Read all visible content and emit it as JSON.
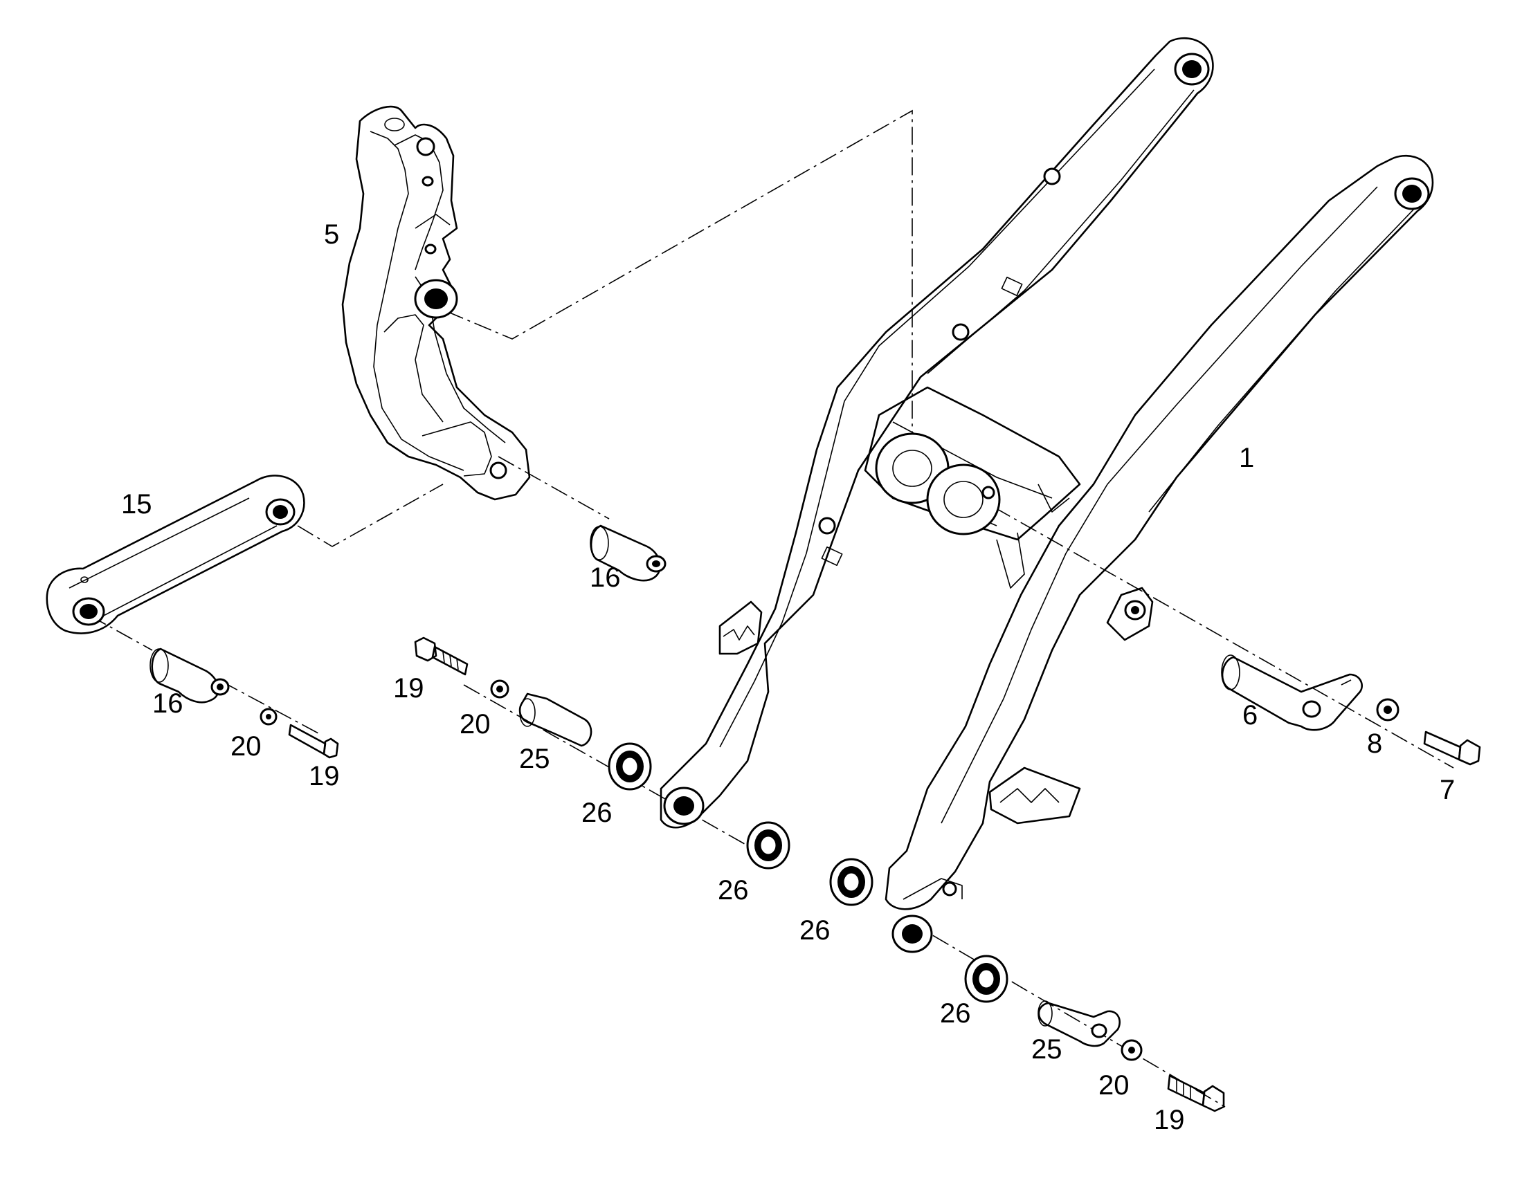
{
  "callouts": {
    "c1": "1",
    "c5": "5",
    "c15": "15",
    "c16a": "16",
    "c16b": "16",
    "c19a": "19",
    "c20a": "20",
    "c25a": "25",
    "c26a": "26",
    "c26b": "26",
    "c20b": "20",
    "c19b": "19",
    "c26c": "26",
    "c26d": "26",
    "c25b": "25",
    "c20c": "20",
    "c19c": "19",
    "c6": "6",
    "c8": "8",
    "c7": "7"
  },
  "colors": {
    "line": "#000000",
    "background": "#ffffff"
  }
}
